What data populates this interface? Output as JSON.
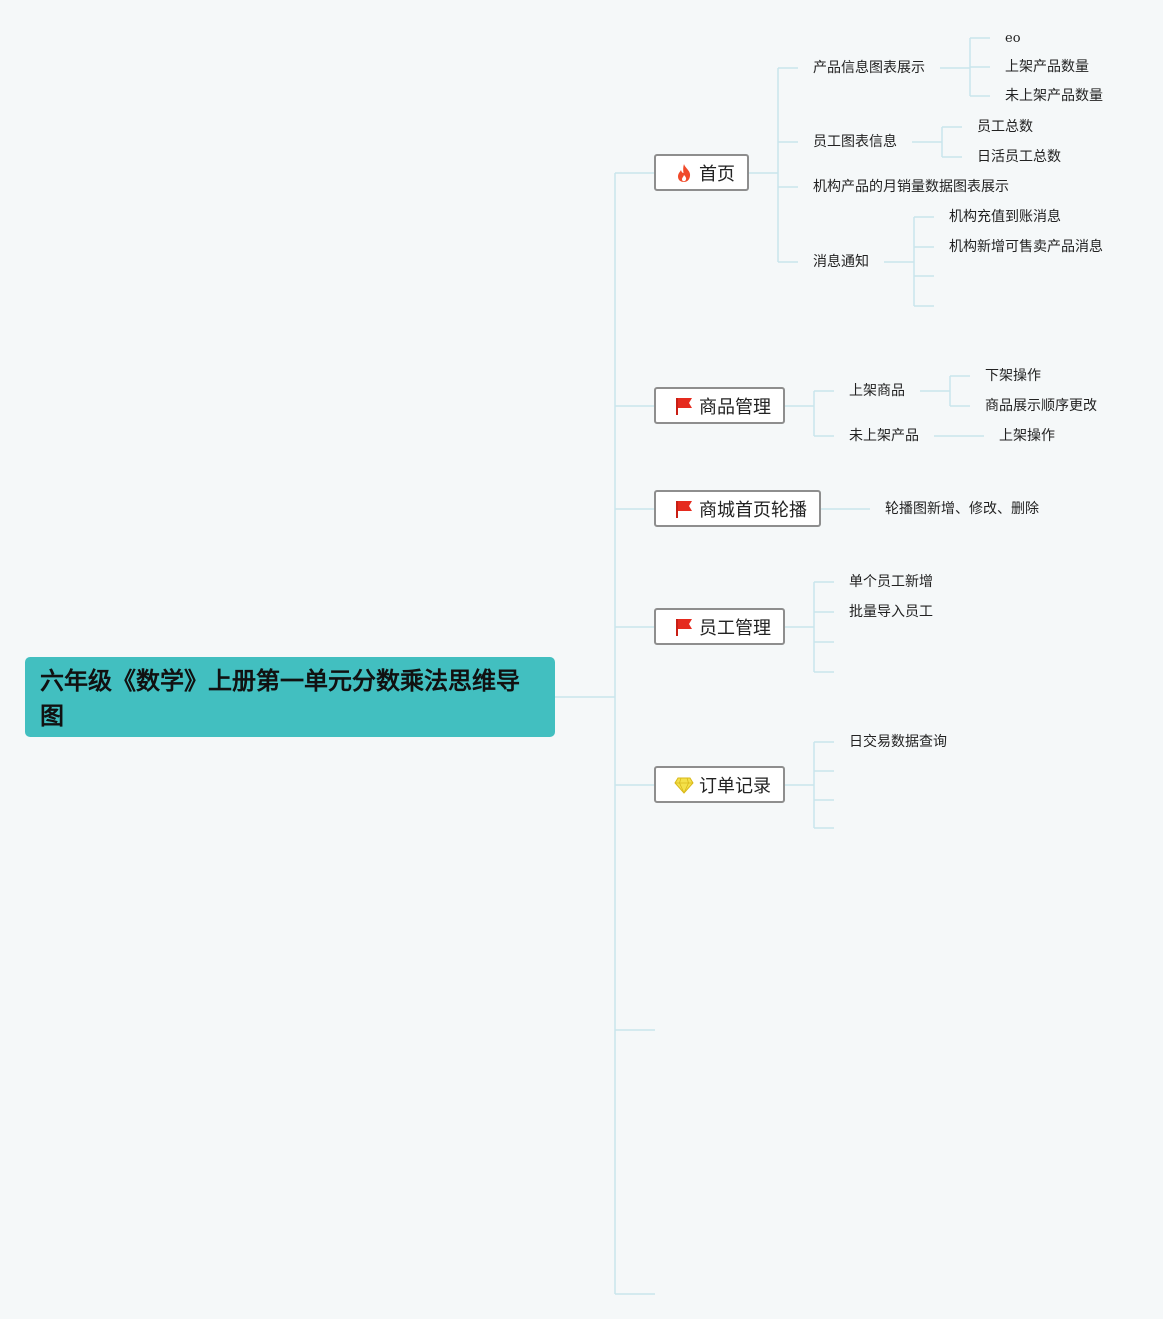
{
  "root": {
    "title": "六年级《数学》上册第一单元分数乘法思维导图"
  },
  "branches": [
    {
      "label": "首页",
      "icon": "flame-icon",
      "children": [
        {
          "label": "产品信息图表展示",
          "children": [
            "eo",
            "上架产品数量",
            "未上架产品数量"
          ]
        },
        {
          "label": "员工图表信息",
          "children": [
            "员工总数",
            "日活员工总数"
          ]
        },
        {
          "label": "机构产品的月销量数据图表展示"
        },
        {
          "label": "消息通知",
          "children": [
            "机构充值到账消息",
            "机构新增可售卖产品消息"
          ]
        }
      ]
    },
    {
      "label": "商品管理",
      "icon": "red-flag-icon",
      "children": [
        {
          "label": "上架商品",
          "children": [
            "下架操作",
            "商品展示顺序更改"
          ]
        },
        {
          "label": "未上架产品",
          "children": [
            "上架操作"
          ]
        }
      ]
    },
    {
      "label": "商城首页轮播",
      "icon": "red-flag-icon",
      "children": [
        {
          "label": "轮播图新增、修改、删除"
        }
      ]
    },
    {
      "label": "员工管理",
      "icon": "red-flag-icon",
      "children": [
        {
          "label": "单个员工新增"
        },
        {
          "label": "批量导入员工"
        }
      ]
    },
    {
      "label": "订单记录",
      "icon": "diamond-icon",
      "children": [
        {
          "label": "日交易数据查询"
        }
      ]
    }
  ],
  "colors": {
    "background": "#f5f8f9",
    "root_fill": "#42bfc0",
    "connector": "#c9e5ec",
    "node_border": "#8e8e8e",
    "flame": "#f04a2a",
    "flag": "#e52a1e",
    "diamond": "#f4e14a"
  }
}
